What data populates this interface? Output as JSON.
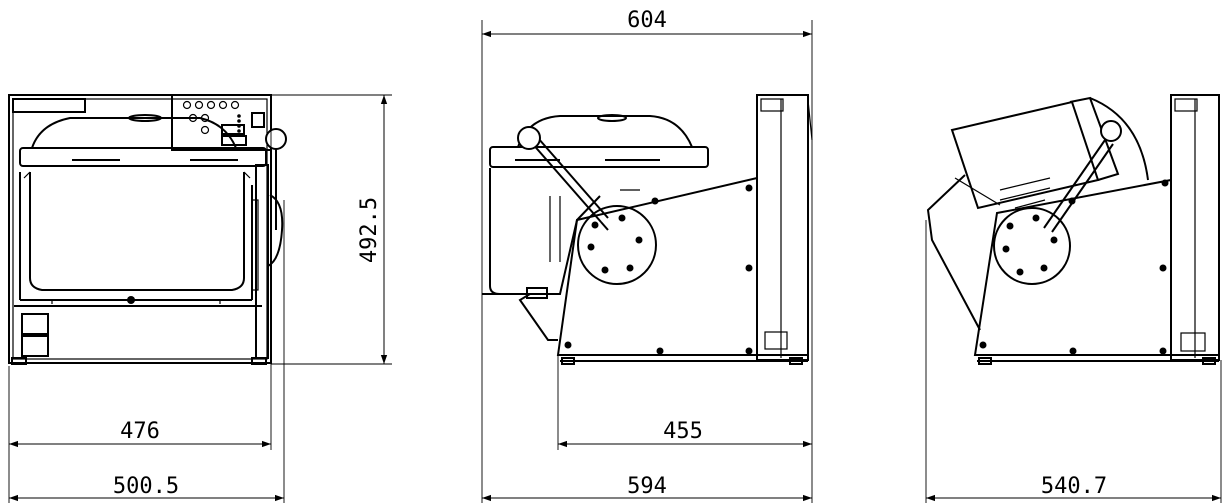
{
  "drawing": {
    "views": [
      "front-view",
      "side-view-upright",
      "side-view-tilted"
    ],
    "dimensions": {
      "front_inner_width": "476",
      "front_overall_width": "500.5",
      "height": "492.5",
      "side_top_width": "604",
      "side_body_width": "455",
      "side_overall_width": "594",
      "tilted_overall_width": "540.7"
    }
  }
}
